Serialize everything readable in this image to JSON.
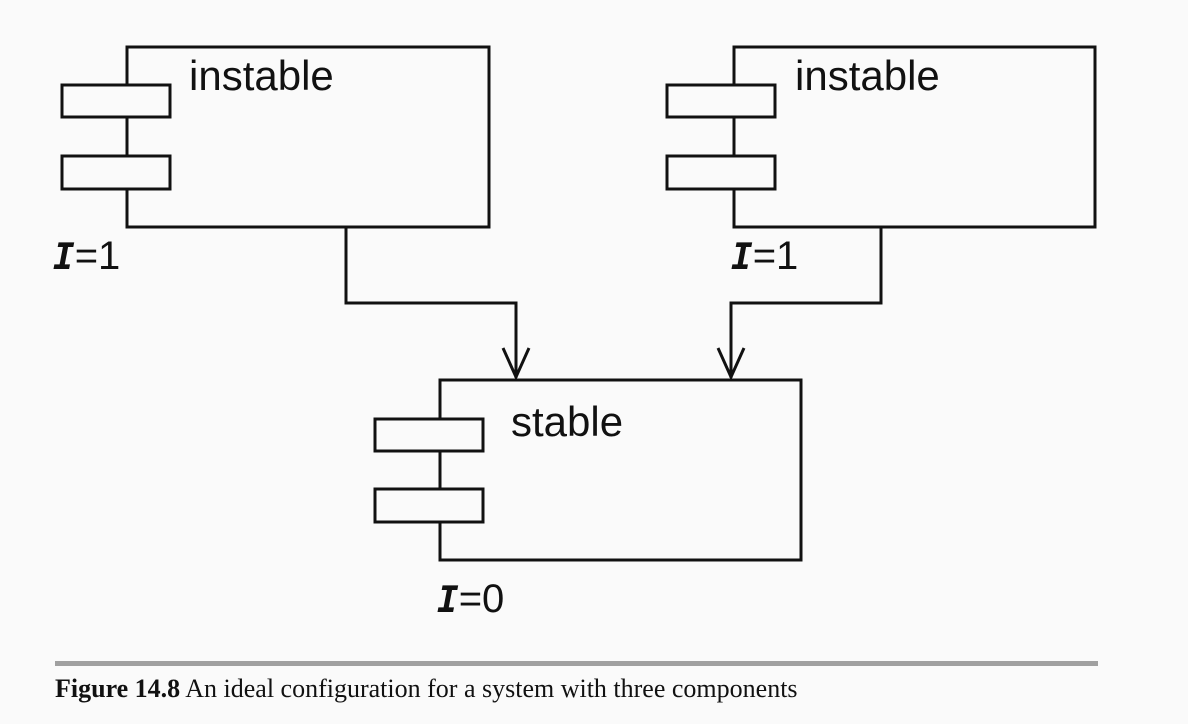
{
  "components": [
    {
      "id": "top-left",
      "label": "instable",
      "metric_symbol": "I",
      "metric_value": "=1"
    },
    {
      "id": "top-right",
      "label": "instable",
      "metric_symbol": "I",
      "metric_value": "=1"
    },
    {
      "id": "bottom",
      "label": "stable",
      "metric_symbol": "I",
      "metric_value": "=0"
    }
  ],
  "dependencies": [
    {
      "from": "top-left",
      "to": "bottom"
    },
    {
      "from": "top-right",
      "to": "bottom"
    }
  ],
  "caption": {
    "number": "Figure 14.8",
    "text": " An ideal configuration for a system with three components"
  }
}
